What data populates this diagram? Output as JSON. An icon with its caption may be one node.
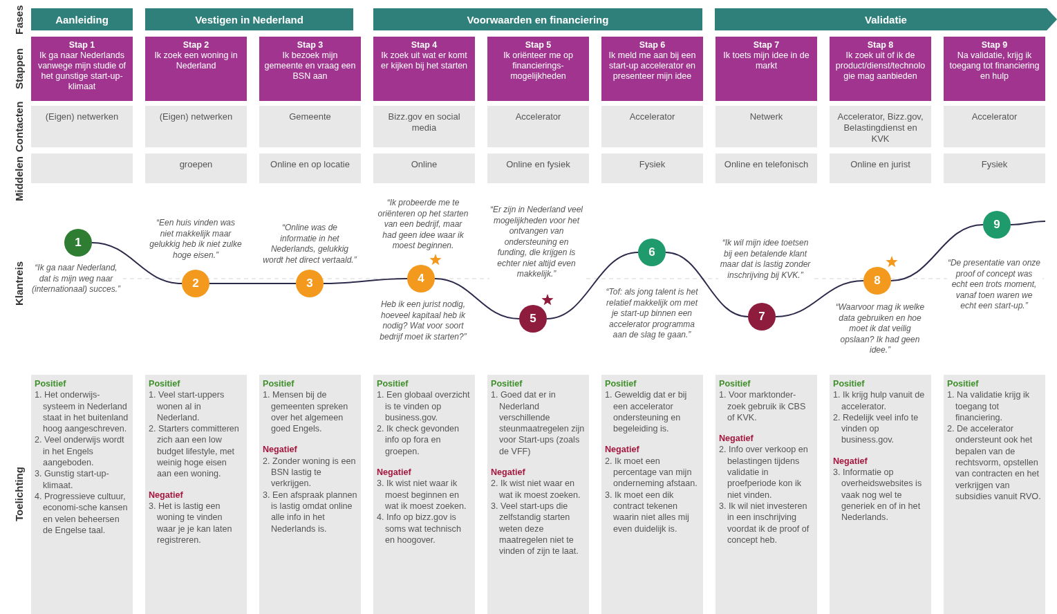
{
  "diagram": {
    "nodes": [
      {
        "text": [
          "Aanleiding"
        ]
      },
      {
        "text": [
          "Vestigen in Nederland"
        ]
      },
      {
        "text": [
          "Voorwaarden en financiering"
        ]
      },
      {
        "text": [
          "Validatie"
        ]
      },
      {
        "text": [
          "Stap 1",
          "Ik ga naar Nederlands vanwege mijn studie of het gunstige start-up-klimaat"
        ]
      },
      {
        "text": [
          "Stap 2",
          "Ik zoek een woning in Nederland"
        ]
      },
      {
        "text": [
          "Stap 3",
          "Ik bezoek mijn gemeente en vraag een BSN aan"
        ]
      },
      {
        "text": [
          "Stap 4",
          "Ik zoek uit wat er komt er kijken bij het starten"
        ]
      },
      {
        "text": [
          "Stap 5",
          "Ik oriënteer me op financierings-mogelijkheden"
        ]
      },
      {
        "text": [
          "Stap 6",
          "Ik meld me aan bij een start-up accelerator en presenteer mijn idee"
        ]
      },
      {
        "text": [
          "Stap 7",
          "Ik toets mijn idee in de markt"
        ]
      },
      {
        "text": [
          "Stap 8",
          "Ik zoek uit of ik de product/dienst/technologie mag aanbieden"
        ]
      },
      {
        "text": [
          "Stap 9",
          "Na validatie, krijg ik toegang tot financiering en hulp"
        ]
      },
      {
        "text": [
          "(Eigen) netwerken"
        ]
      },
      {
        "text": [
          "(Eigen) netwerken"
        ]
      },
      {
        "text": [
          "Gemeente"
        ]
      },
      {
        "text": [
          "Bizz.gov en social media"
        ]
      },
      {
        "text": [
          "Accelerator"
        ]
      },
      {
        "text": [
          "Accelerator"
        ]
      },
      {
        "text": [
          "Netwerk"
        ]
      },
      {
        "text": [
          "Accelerator, Bizz.gov, Belastingdienst en KVK"
        ]
      },
      {
        "text": [
          "Accelerator"
        ]
      },
      {
        "text": [],
        "shape": "box"
      },
      {
        "text": [
          "groepen"
        ]
      },
      {
        "text": [
          "Online en op locatie"
        ]
      },
      {
        "text": [
          "Online"
        ]
      },
      {
        "text": [
          "Online en fysiek"
        ]
      },
      {
        "text": [
          "Fysiek"
        ]
      },
      {
        "text": [
          "Online en telefonisch"
        ]
      },
      {
        "text": [
          "Online en jurist"
        ]
      },
      {
        "text": [
          "Fysiek"
        ]
      },
      {
        "text": [
          "1"
        ],
        "beside": [
          "“Ik ga naar Nederland, dat is mijn weg naar (internationaal) succes.”"
        ]
      },
      {
        "text": [
          "2"
        ],
        "beside": [
          "“Een huis vinden was niet makkelijk maar gelukkig heb ik niet zulke hoge eisen.”"
        ]
      },
      {
        "text": [
          "3"
        ],
        "beside": [
          "“Online was de informatie in het Nederlands, gelukkig wordt het direct vertaald.”"
        ]
      },
      {
        "text": [
          "4"
        ],
        "beside": [
          "“Ik probeerde me te oriënteren op het starten van een bedrijf, maar had geen idee waar ik moest beginnen.",
          "Heb ik een jurist nodig, hoeveel kapitaal heb ik nodig? Wat voor soort bedrijf moet ik starten?”"
        ]
      },
      {
        "text": [
          "5"
        ],
        "beside": [
          "“Er zijn in Nederland veel mogelijkheden voor het ontvangen van ondersteuning en funding, die krijgen is echter niet altijd even makkelijk.”"
        ]
      },
      {
        "text": [
          "6"
        ],
        "beside": [
          "“Tof: als jong talent is het relatief makkelijk om met je start-up binnen een accelerator programma aan de slag te gaan.”"
        ]
      },
      {
        "text": [
          "7"
        ],
        "beside": [
          "“Ik wil mijn idee toetsen bij een betalende klant maar dat is lastig zonder inschrijving bij KVK.”"
        ]
      },
      {
        "text": [
          "8"
        ],
        "beside": [
          "“Waarvoor mag ik welke data gebruiken en hoe moet ik dat veilig opslaan? Ik had geen idee.”"
        ]
      },
      {
        "text": [
          "9"
        ],
        "beside": [
          "“De presentatie van onze proof of concept was echt een trots moment, vanaf toen waren we echt een start-up.”"
        ]
      },
      {
        "text": [
          "Positief",
          "1. Het onderwijs-systeem in Nederland staat in het buitenland hoog aangeschreven.",
          "2. Veel onderwijs wordt in het Engels aangeboden.",
          "3. Gunstig start-up-klimaat.",
          "4. Progressieve cultuur, economi-sche kansen en velen beheersen de Engelse taal."
        ]
      },
      {
        "text": [
          "Positief",
          "1. Veel start-uppers wonen al in Nederland.",
          "2. Starters committeren zich aan een low budget lifestyle, met weinig hoge eisen aan een woning.",
          "Negatief",
          "3. Het is lastig een woning te vinden waar je je kan laten registreren."
        ]
      },
      {
        "text": [
          "Positief",
          "1. Mensen bij de gemeenten spreken over het algemeen goed Engels.",
          "Negatief",
          "2. Zonder woning is een BSN lastig te verkrijgen.",
          "3. Een afspraak plannen is lastig omdat online alle info in het Nederlands is."
        ]
      },
      {
        "text": [
          "Positief",
          "1. Een globaal overzicht is te vinden op business.gov.",
          "2. Ik check gevonden info op fora en groepen.",
          "Negatief",
          "3. Ik wist niet waar ik moest beginnen en wat ik moest zoeken.",
          "4. Info op bizz.gov is soms wat technisch en hoogover."
        ]
      },
      {
        "text": [
          "Positief",
          "1. Goed dat er in Nederland verschillende steunmaatregelen zijn voor Start-ups (zoals de VFF)",
          "Negatief",
          "2. Ik wist niet waar en wat ik moest zoeken.",
          "3. Veel start-ups die zelfstandig starten weten deze maatregelen niet te vinden of zijn te laat."
        ]
      },
      {
        "text": [
          "Positief",
          "1. Geweldig dat er bij een accelerator ondersteuning en begeleiding is.",
          "Negatief",
          "2. Ik moet een percentage van mijn onderneming afstaan.",
          "3. Ik moet een dik contract tekenen waarin niet alles mij even duidelijk is."
        ]
      },
      {
        "text": [
          "Positief",
          "1. Voor marktonder-zoek gebruik ik CBS of KVK.",
          "Negatief",
          "2. Info over verkoop en belastingen tijdens validatie in proefperiode kon ik niet vinden.",
          "3. Ik wil niet investeren in een inschrijving voordat ik de proof of concept heb."
        ]
      },
      {
        "text": [
          "Positief",
          "1. Ik krijg hulp vanuit de accelerator.",
          "2. Redelijk veel info te vinden op business.gov.",
          "Negatief",
          "3. Informatie op overheidswebsites is vaak nog wel te generiek en of in het Nederlands."
        ]
      },
      {
        "text": [
          "Positief",
          "1. Na validatie krijg ik toegang tot financiering.",
          "2. De accelerator ondersteunt ook het bepalen van de rechtsvorm, opstellen van contracten en het verkrijgen van subsidies vanuit RVO."
        ]
      }
    ],
    "edges": [
      {
        "from": 31,
        "to": 32,
        "arrow": "none"
      },
      {
        "from": 32,
        "to": 33,
        "arrow": "none"
      },
      {
        "from": 33,
        "to": 34,
        "arrow": "none"
      },
      {
        "from": 34,
        "to": 35,
        "arrow": "none"
      },
      {
        "from": 35,
        "to": 36,
        "arrow": "none"
      },
      {
        "from": 36,
        "to": 37,
        "arrow": "none"
      },
      {
        "from": 37,
        "to": 38,
        "arrow": "none"
      },
      {
        "from": 38,
        "to": 39,
        "arrow": "none"
      },
      {
        "from": 39,
        "to": null,
        "arrow": "none"
      }
    ],
    "labels": [
      "Fases",
      "Stappen",
      "Contacten",
      "Middelen",
      "Klantreis",
      "Toelichting"
    ]
  }
}
